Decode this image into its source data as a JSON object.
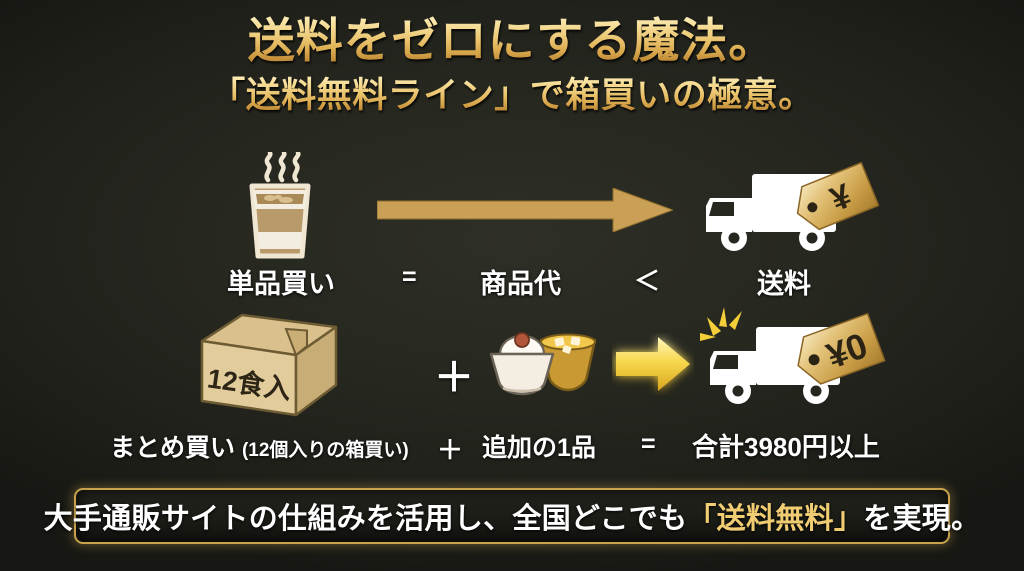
{
  "background_color": "#26271f",
  "accent_gold": "#d9a84c",
  "title": {
    "main": "送料をゼロにする魔法。",
    "sub": "「送料無料ライン」で箱買いの極意。"
  },
  "row_single": {
    "icons": {
      "product": "coffee-cup-icon",
      "arrow": "arrow-right-icon",
      "shipping": "delivery-truck-yen-tag-icon"
    },
    "tag_text": "¥",
    "label_left": "単品買い",
    "operator_1": "=",
    "label_middle": "商品代",
    "operator_2": "＜",
    "label_right": "送料"
  },
  "row_bulk": {
    "icons": {
      "box": "cardboard-box-icon",
      "meal": "rice-bowl-miso-soup-icon",
      "arrow": "glowing-arrow-right-icon",
      "shipping": "delivery-truck-free-shipping-icon"
    },
    "box_text": "12食入",
    "tag_text": "¥0",
    "label_left_main": "まとめ買い",
    "label_left_sub": "(12個入りの箱買い)",
    "operator_1": "＋",
    "label_middle": "追加の1品",
    "operator_2": "=",
    "label_right": "合計3980円以上"
  },
  "banner": {
    "text_before": "大手通販サイトの仕組みを活用し、全国どこでも",
    "text_highlight": "「送料無料」",
    "text_after": "を実現。",
    "highlight_color": "#f0cd72",
    "border_color": "#c9a24d"
  }
}
